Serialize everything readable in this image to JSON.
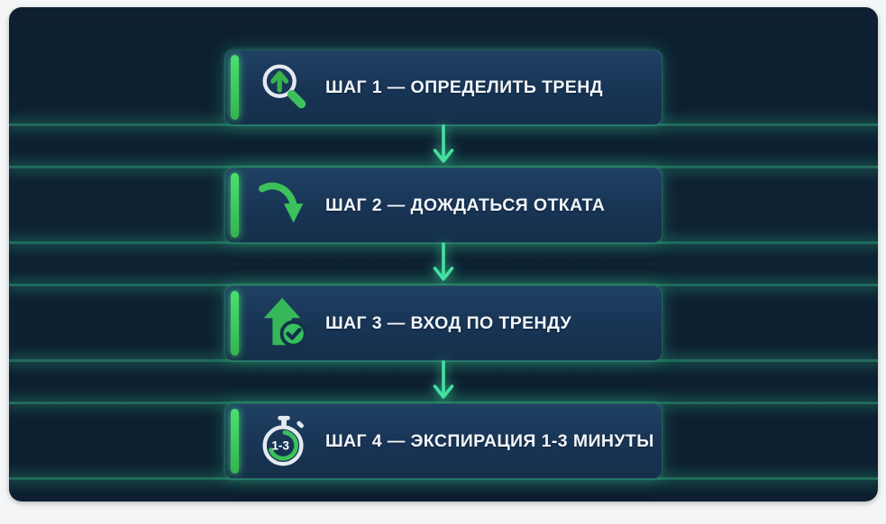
{
  "title": "binary-options-strategy-steps-infographic",
  "steps": [
    {
      "label": "ШАГ 1 — ОПРЕДЕЛИТЬ ТРЕНД",
      "icon": "magnifier-uptrend-icon"
    },
    {
      "label": "ШАГ 2 — ДОЖДАТЬСЯ ОТКАТА",
      "icon": "pullback-curved-down-arrow-icon"
    },
    {
      "label": "ШАГ 3 — ВХОД ПО ТРЕНДУ",
      "icon": "up-arrow-check-icon"
    },
    {
      "label": "ШАГ 4 — ЭКСПИРАЦИЯ 1-3 МИНУТЫ",
      "icon": "stopwatch-icon",
      "dial_text": "1-3"
    }
  ],
  "connector": {
    "icon": "arrow-down-icon",
    "count": 3
  },
  "colors": {
    "frame_background": "#f3f5f6",
    "panel_background": "#0e2233",
    "card_background": "#183455",
    "accent_green": "#3ecb5f",
    "glow_green": "#41e19e",
    "icon_ring_light": "#e3eaf1",
    "text": "#f2f6f9"
  }
}
